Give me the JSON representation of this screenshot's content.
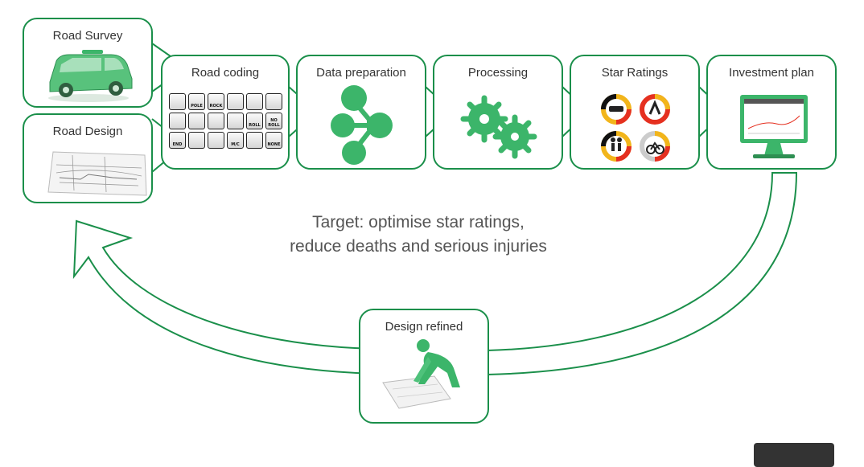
{
  "steps": {
    "road_survey": "Road Survey",
    "road_design": "Road Design",
    "road_coding": "Road coding",
    "data_preparation": "Data preparation",
    "processing": "Processing",
    "star_ratings": "Star Ratings",
    "investment_plan": "Investment plan",
    "design_refined": "Design refined"
  },
  "target": {
    "line1": "Target: optimise star ratings,",
    "line2": "reduce deaths and serious injuries"
  },
  "road_coding_tiles": [
    "",
    "POLE",
    "ROCK",
    "",
    "",
    "",
    "",
    "",
    "",
    "",
    "ROLL",
    "NO ROLL",
    "END",
    "",
    "",
    "M/C",
    "",
    "NONE"
  ],
  "colors": {
    "accent": "#1a8f4a",
    "icon_green": "#3cb56a",
    "text": "#333333"
  },
  "icons": [
    "van-icon",
    "road-design-drawing-icon",
    "road-coding-grid-icon",
    "data-flow-icon",
    "gears-icon",
    "star-rating-gauges-icon",
    "monitor-chart-icon",
    "person-planning-icon"
  ]
}
